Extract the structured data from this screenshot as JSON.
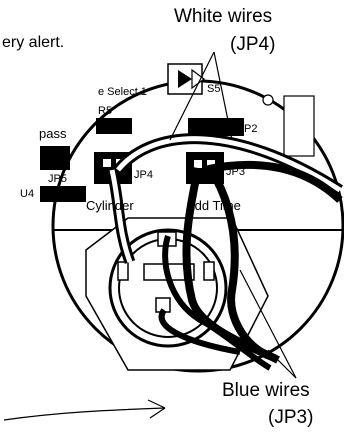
{
  "callouts": {
    "top_line1": "White wires",
    "top_line2": "(JP4)",
    "bottom_line1": "Blue wires",
    "bottom_line2": "(JP3)",
    "fragment_left": "ery alert."
  },
  "board_labels": {
    "select": "e Select 1",
    "s5": "S5",
    "r5": "R5",
    "bypass": "pass",
    "jp5": "JP5",
    "u4": "U4",
    "jp4": "JP4",
    "jp3": "JP3",
    "p2": "P2",
    "cylinder": "Cylinder",
    "add_time": "Add Time"
  },
  "colors": {
    "ink": "#000000",
    "board_fill": "#ffffff",
    "wire_white": "#ffffff",
    "wire_black": "#000000"
  }
}
